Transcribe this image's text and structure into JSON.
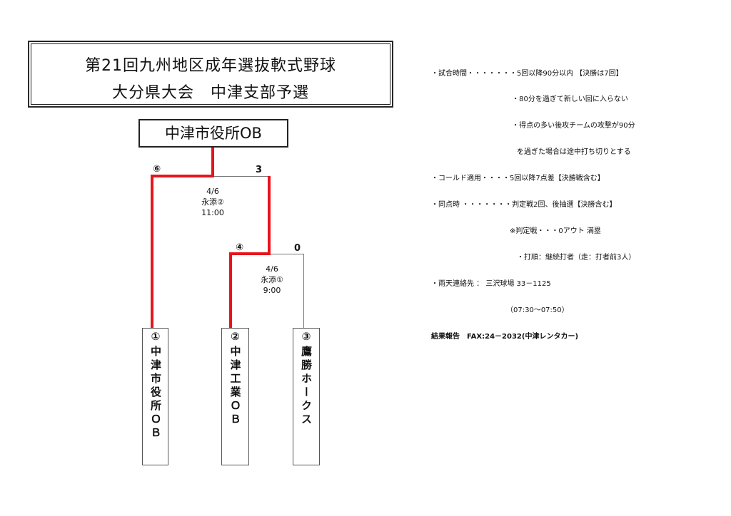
{
  "title": {
    "line1": "第21回九州地区成年選抜軟式野球",
    "line2": "大分県大会　中津支部予選"
  },
  "champion": "中津市役所OB",
  "bracket": {
    "final": {
      "left_score": "⑥",
      "right_score": "3",
      "date": "4/6",
      "venue": "永添②",
      "time": "11:00"
    },
    "semifinal": {
      "left_score": "④",
      "right_score": "0",
      "date": "4/6",
      "venue": "永添①",
      "time": "9:00"
    },
    "teams": [
      {
        "seed": "①",
        "name": "中津市役所ＯＢ"
      },
      {
        "seed": "②",
        "name": "中津工業ＯＢ"
      },
      {
        "seed": "③",
        "name": "鷹勝ホークス"
      }
    ],
    "colors": {
      "winner_line": "#e8141c",
      "loser_line": "#777777"
    }
  },
  "notes": [
    "・試合時間・・・・・・・5回以降90分以内 【決勝は7回】",
    "　　　　　　　　　　　 ・80分を過ぎて新しい回に入らない",
    "　　　　　　　　　　　 ・得点の多い後攻チームの攻撃が90分",
    "　　　　　　　　　　　　を過ぎた場合は途中打ち切りとする",
    "・コールド適用・・・・5回以降7点差【決勝戦含む】",
    "・同点時 ・・・・・・・判定戦2回、後抽選【決勝含む】",
    "　　　　　　　　　　　※判定戦・・・0アウト 満塁",
    "　　　　　　　　　　　　・打順：継続打者（走：打者前3人）",
    "・雨天連絡先 ： 三沢球場 33－1125",
    "　　　　　　　　　　　（07:30～07:50）"
  ],
  "result_report": "結果報告　FAX:24－2032(中津レンタカー)"
}
